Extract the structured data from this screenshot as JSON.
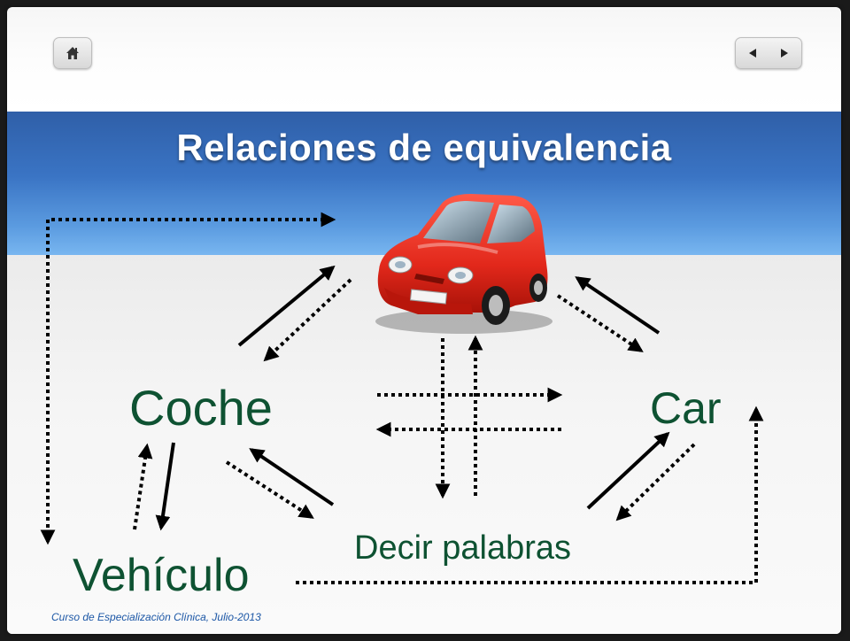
{
  "slide": {
    "title": "Relaciones de equivalencia",
    "footer": "Curso de Especialización Clínica, Julio-2013"
  },
  "nav": {
    "home_icon": "home-icon",
    "prev_icon": "triangle-left-icon",
    "next_icon": "triangle-right-icon"
  },
  "diagram": {
    "nodes": {
      "coche": "Coche",
      "car": "Car",
      "vehiculo": "Vehículo",
      "decir": "Decir palabras",
      "picture": "red-car-image"
    }
  },
  "colors": {
    "banner": "#3a74c4",
    "word_green": "#0e5232",
    "footer_blue": "#1c57a6",
    "car_red": "#e5281c"
  }
}
